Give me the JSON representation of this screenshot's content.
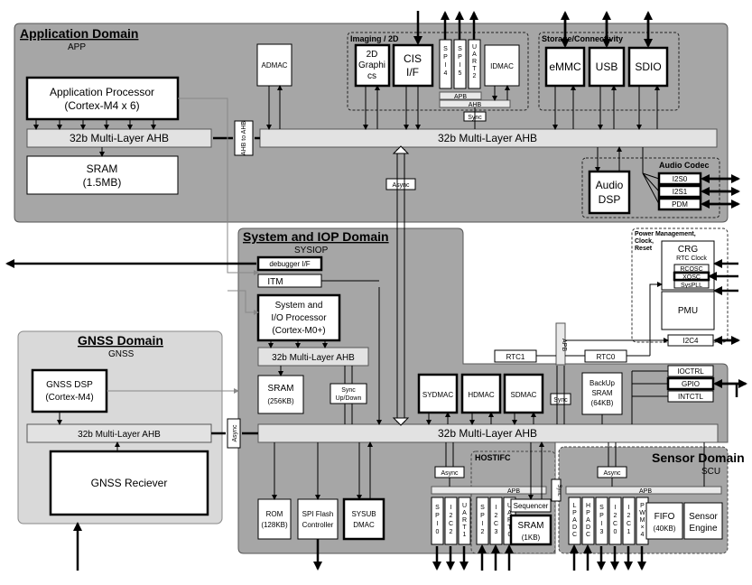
{
  "domains": {
    "app": {
      "title": "Application Domain",
      "sub": "APP"
    },
    "sysiop": {
      "title": "System and IOP Domain",
      "sub": "SYSIOP"
    },
    "gnss": {
      "title": "GNSS Domain",
      "sub": "GNSS"
    },
    "sensor": {
      "title": "Sensor Domain",
      "sub": "SCU"
    }
  },
  "app": {
    "processor": [
      "Application Processor",
      "(Cortex-M4 x 6)"
    ],
    "ahb_left": "32b Multi-Layer AHB",
    "ahb_to_ahb": "AHB to AHB",
    "ahb_right": "32b Multi-Layer AHB",
    "sram": [
      "SRAM",
      "(1.5MB)"
    ],
    "admac": "ADMAC",
    "imaging_group": "Imaging / 2D",
    "graphics": [
      "2D",
      "Graphi",
      "cs"
    ],
    "cis": [
      "CIS",
      "I/F"
    ],
    "spi4": [
      "S",
      "P",
      "I",
      "4"
    ],
    "spi5": [
      "S",
      "P",
      "I",
      "5"
    ],
    "uart2": [
      "U",
      "A",
      "R",
      "T",
      "2"
    ],
    "idmac": "IDMAC",
    "apb": "APB",
    "ahb_small": "AHB",
    "sync": "Sync",
    "storage_group": "Storage/Connectivity",
    "emmc": "eMMC",
    "usb": "USB",
    "sdio": "SDIO",
    "async": "Async",
    "audio_codec": "Audio Codec",
    "audio_dsp": [
      "Audio",
      "DSP"
    ],
    "i2s0": "I2S0",
    "i2s1": "I2S1",
    "pdm": "PDM"
  },
  "power": {
    "title": [
      "Power Management,",
      "Clock,",
      "Reset"
    ],
    "crg": "CRG",
    "rtc_clock": "RTC Clock",
    "rcosc": "RCOSC",
    "xosc": "XOSC",
    "syspll": "SysPLL",
    "pmu": "PMU",
    "i2c4": "I2C4",
    "rtc1": "RTC1",
    "rtc0": "RTC0",
    "apb": "APB"
  },
  "sysiop": {
    "debugger": "debugger I/F",
    "itm": "ITM",
    "processor": [
      "System and",
      "I/O Processor",
      "(Cortex-M0+)"
    ],
    "ahb": "32b Multi-Layer AHB",
    "sram": [
      "SRAM",
      "(256KB)"
    ],
    "sync_updown": [
      "Sync",
      "Up/Down"
    ],
    "sydmac": "SYDMAC",
    "hdmac": "HDMAC",
    "sdmac": "SDMAC",
    "sync": "Sync",
    "backup_sram": [
      "BackUp",
      "SRAM",
      "(64KB)"
    ],
    "ioctrl": "IOCTRL",
    "gpio": "GPIO",
    "intctl": "INTCTL",
    "main_ahb": "32b Multi-Layer AHB",
    "async": "Async",
    "apb": "APB",
    "spi0": [
      "S",
      "P",
      "I",
      "0"
    ],
    "i2c2": [
      "I",
      "2",
      "C",
      "2"
    ],
    "uart1": [
      "U",
      "A",
      "R",
      "T",
      "1"
    ],
    "rom": [
      "ROM",
      "(128KB)"
    ],
    "spiflash": [
      "SPI Flash",
      "Controller"
    ],
    "sysub": [
      "SYSUB",
      "DMAC"
    ],
    "hostifc": "HOSTIFC",
    "spi2": [
      "S",
      "P",
      "I",
      "2"
    ],
    "i2c3": [
      "I",
      "2",
      "C",
      "3"
    ],
    "uart0": [
      "U",
      "A",
      "R",
      "T",
      "0"
    ],
    "sequencer": "Sequencer",
    "sram_host": [
      "SRAM",
      "(1KB)"
    ]
  },
  "gnss": {
    "dsp": [
      "GNSS DSP",
      "(Cortex-M4)"
    ],
    "ahb": "32b Multi-Layer AHB",
    "async": "Async",
    "receiver": "GNSS Reciever"
  },
  "sensor": {
    "async": "Async",
    "apb": "APB",
    "sync": "Sync",
    "lpadc": [
      "L",
      "P",
      "A",
      "D",
      "C"
    ],
    "hpadc": [
      "H",
      "P",
      "A",
      "D",
      "C"
    ],
    "spi3": [
      "S",
      "P",
      "I",
      "3"
    ],
    "i2c0": [
      "I",
      "2",
      "C",
      "0"
    ],
    "i2c1": [
      "I",
      "2",
      "C",
      "1"
    ],
    "pwm": [
      "P",
      "W",
      "M",
      "×",
      "4"
    ],
    "fifo": [
      "FIFO",
      "(40KB)"
    ],
    "engine": [
      "Sensor",
      "Engine"
    ]
  }
}
